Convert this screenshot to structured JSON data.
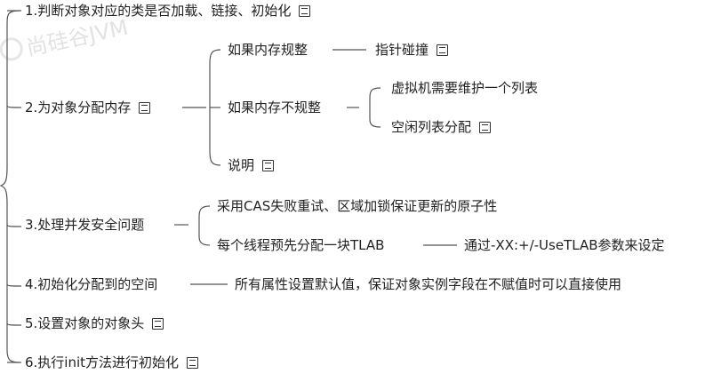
{
  "watermark": {
    "text": "尚硅谷JVM"
  },
  "mindmap": {
    "branches": [
      {
        "label": "1.判断对象对应的类是否加载、链接、初始化",
        "has_note": true
      },
      {
        "label": "2.为对象分配内存",
        "has_note": true,
        "children": [
          {
            "label": "如果内存规整",
            "has_note": false,
            "children": [
              {
                "label": "指针碰撞",
                "has_note": true
              }
            ]
          },
          {
            "label": "如果内存不规整",
            "has_note": false,
            "children": [
              {
                "label": "虚拟机需要维护一个列表",
                "has_note": false
              },
              {
                "label": "空闲列表分配",
                "has_note": true
              }
            ]
          },
          {
            "label": "说明",
            "has_note": true
          }
        ]
      },
      {
        "label": "3.处理并发安全问题",
        "has_note": false,
        "children": [
          {
            "label": "采用CAS失败重试、区域加锁保证更新的原子性",
            "has_note": false
          },
          {
            "label": "每个线程预先分配一块TLAB",
            "has_note": false,
            "children": [
              {
                "label": "通过-XX:+/-UseTLAB参数来设定",
                "has_note": false
              }
            ]
          }
        ]
      },
      {
        "label": "4.初始化分配到的空间",
        "has_note": false,
        "children": [
          {
            "label": "所有属性设置默认值，保证对象实例字段在不赋值时可以直接使用",
            "has_note": false
          }
        ]
      },
      {
        "label": "5.设置对象的对象头",
        "has_note": true
      },
      {
        "label": "6.执行init方法进行初始化",
        "has_note": true
      }
    ]
  },
  "colors": {
    "line": "#555555",
    "text": "#222222"
  }
}
